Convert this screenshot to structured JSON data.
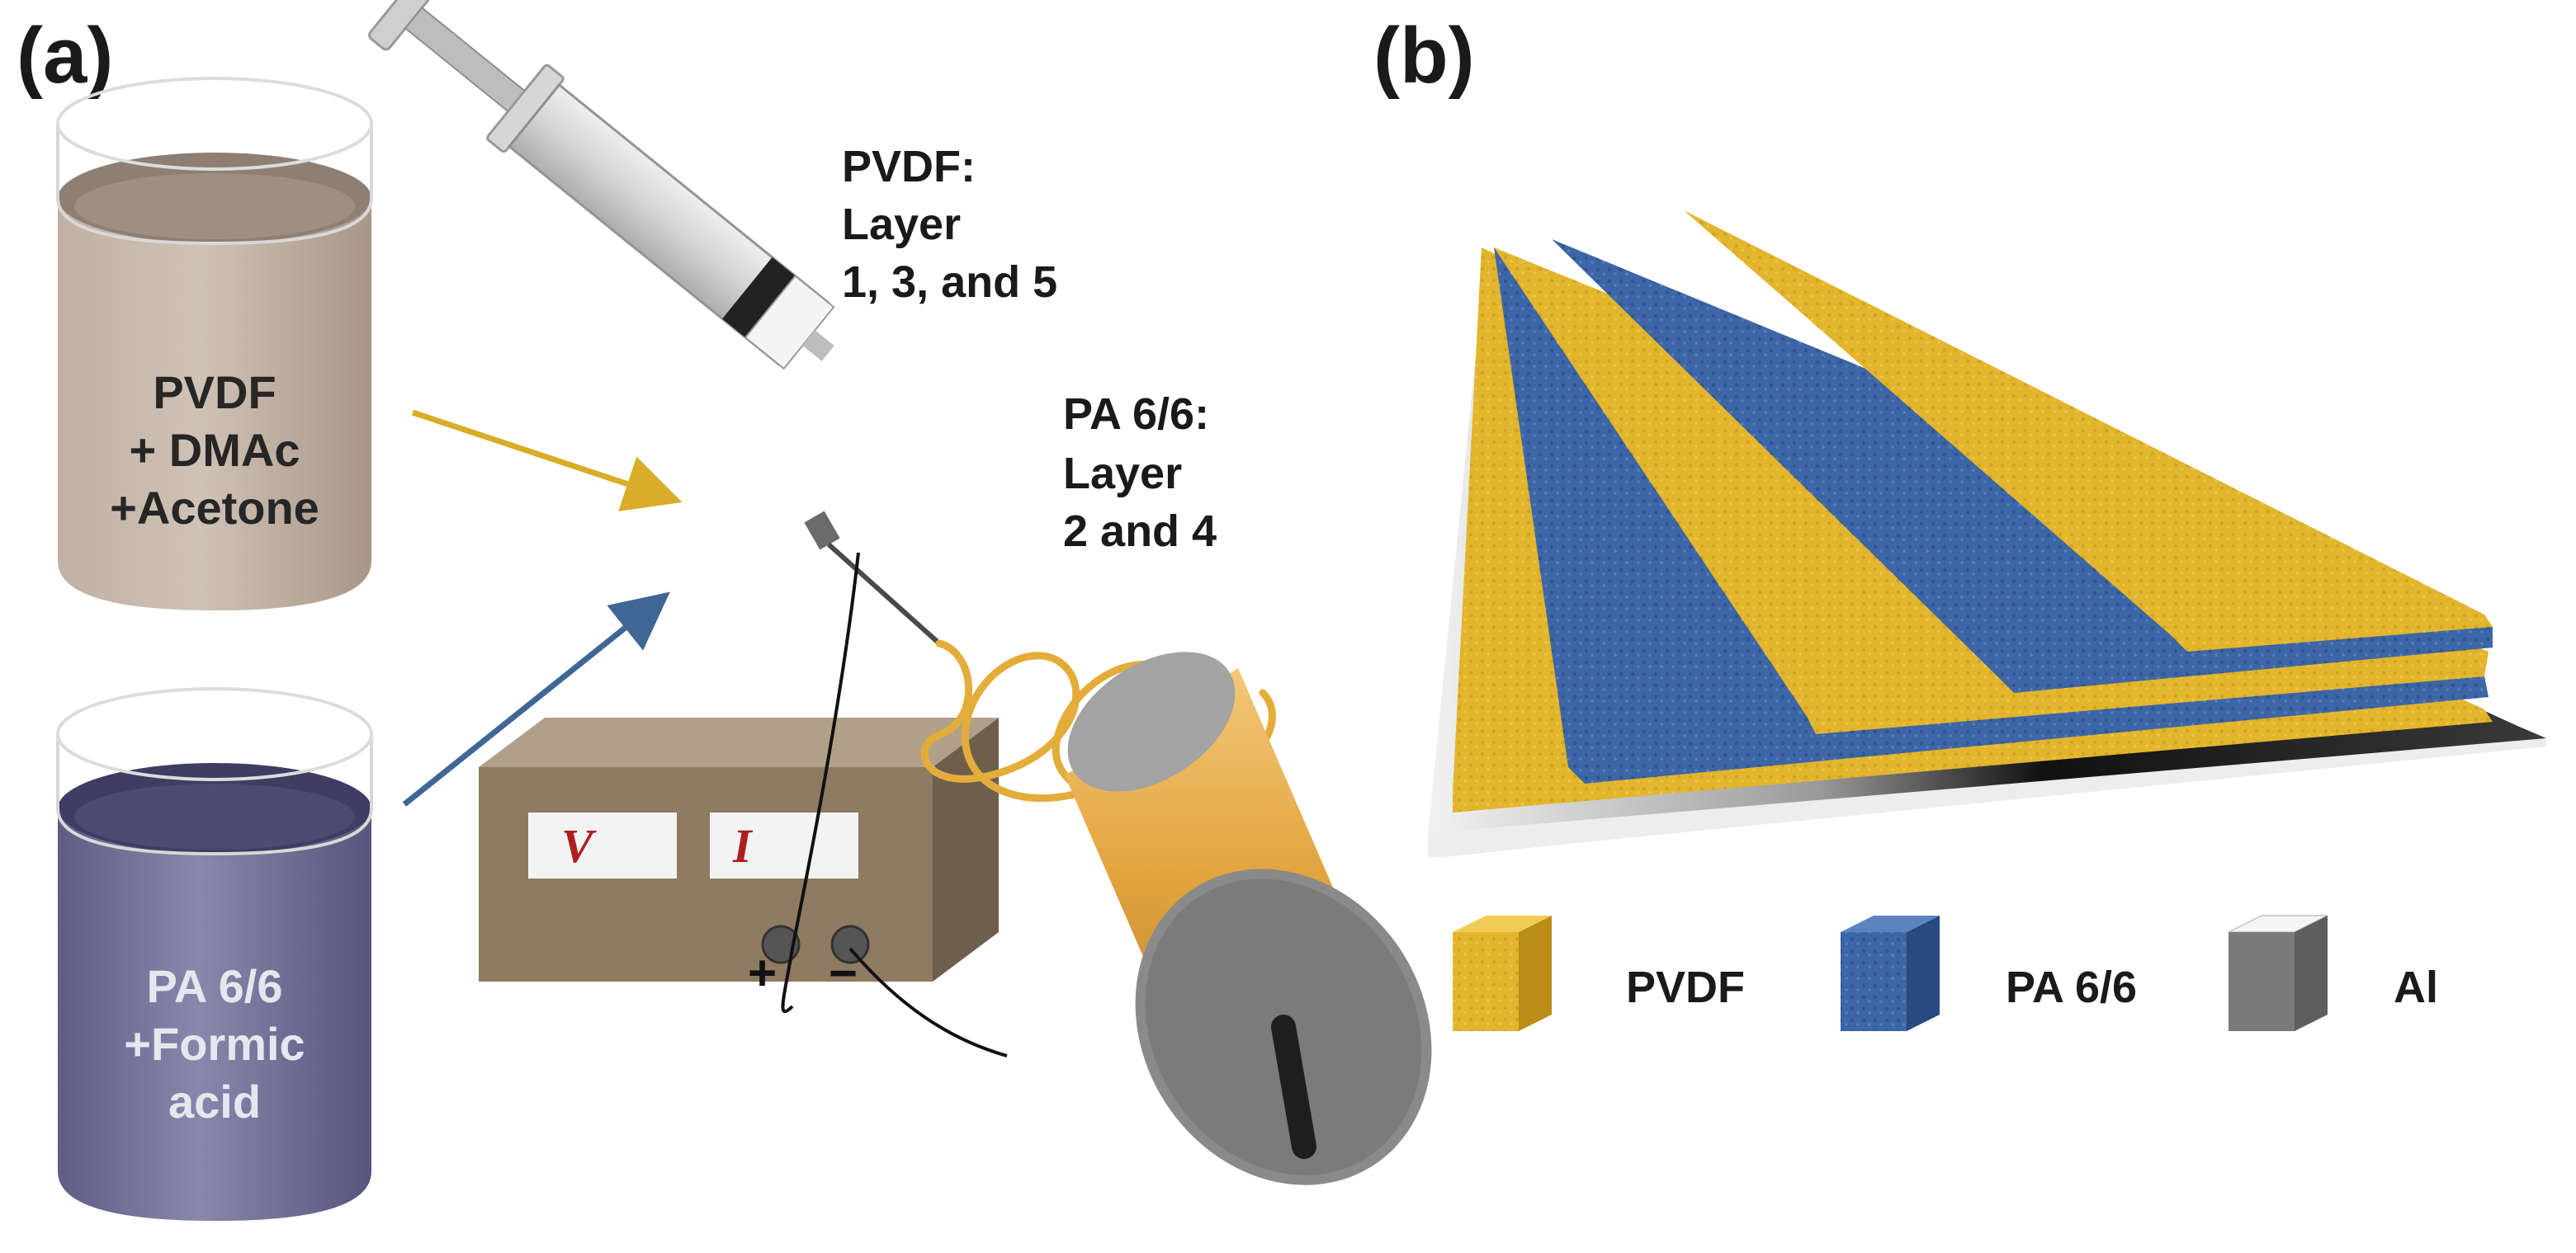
{
  "panels": {
    "a": "(a)",
    "b": "(b)"
  },
  "beakers": {
    "pvdf": [
      "PVDF",
      "+ DMAc",
      "+Acetone"
    ],
    "pa": [
      "PA 6/6",
      "+Formic",
      "acid"
    ]
  },
  "labels": {
    "pvdf_layers": [
      "PVDF:",
      "Layer",
      "1, 3, and 5"
    ],
    "pa_layers": [
      "PA 6/6:",
      "Layer",
      "2 and 4"
    ]
  },
  "power_supply": {
    "voltage": "V",
    "current": "I",
    "plus": "+",
    "minus": "−"
  },
  "legend": [
    {
      "label": "PVDF",
      "color": "#e2b52c"
    },
    {
      "label": "PA 6/6",
      "color": "#3d66a6"
    },
    {
      "label": "Al",
      "color": "#7a7a7a"
    }
  ],
  "colors": {
    "pvdf": "#e2b52c",
    "pa": "#3d66a6",
    "al": "#7a7a7a",
    "arrow_pvdf": "#d9ad28",
    "arrow_pa": "#3f6694",
    "meter_text": "#b01e1e"
  }
}
